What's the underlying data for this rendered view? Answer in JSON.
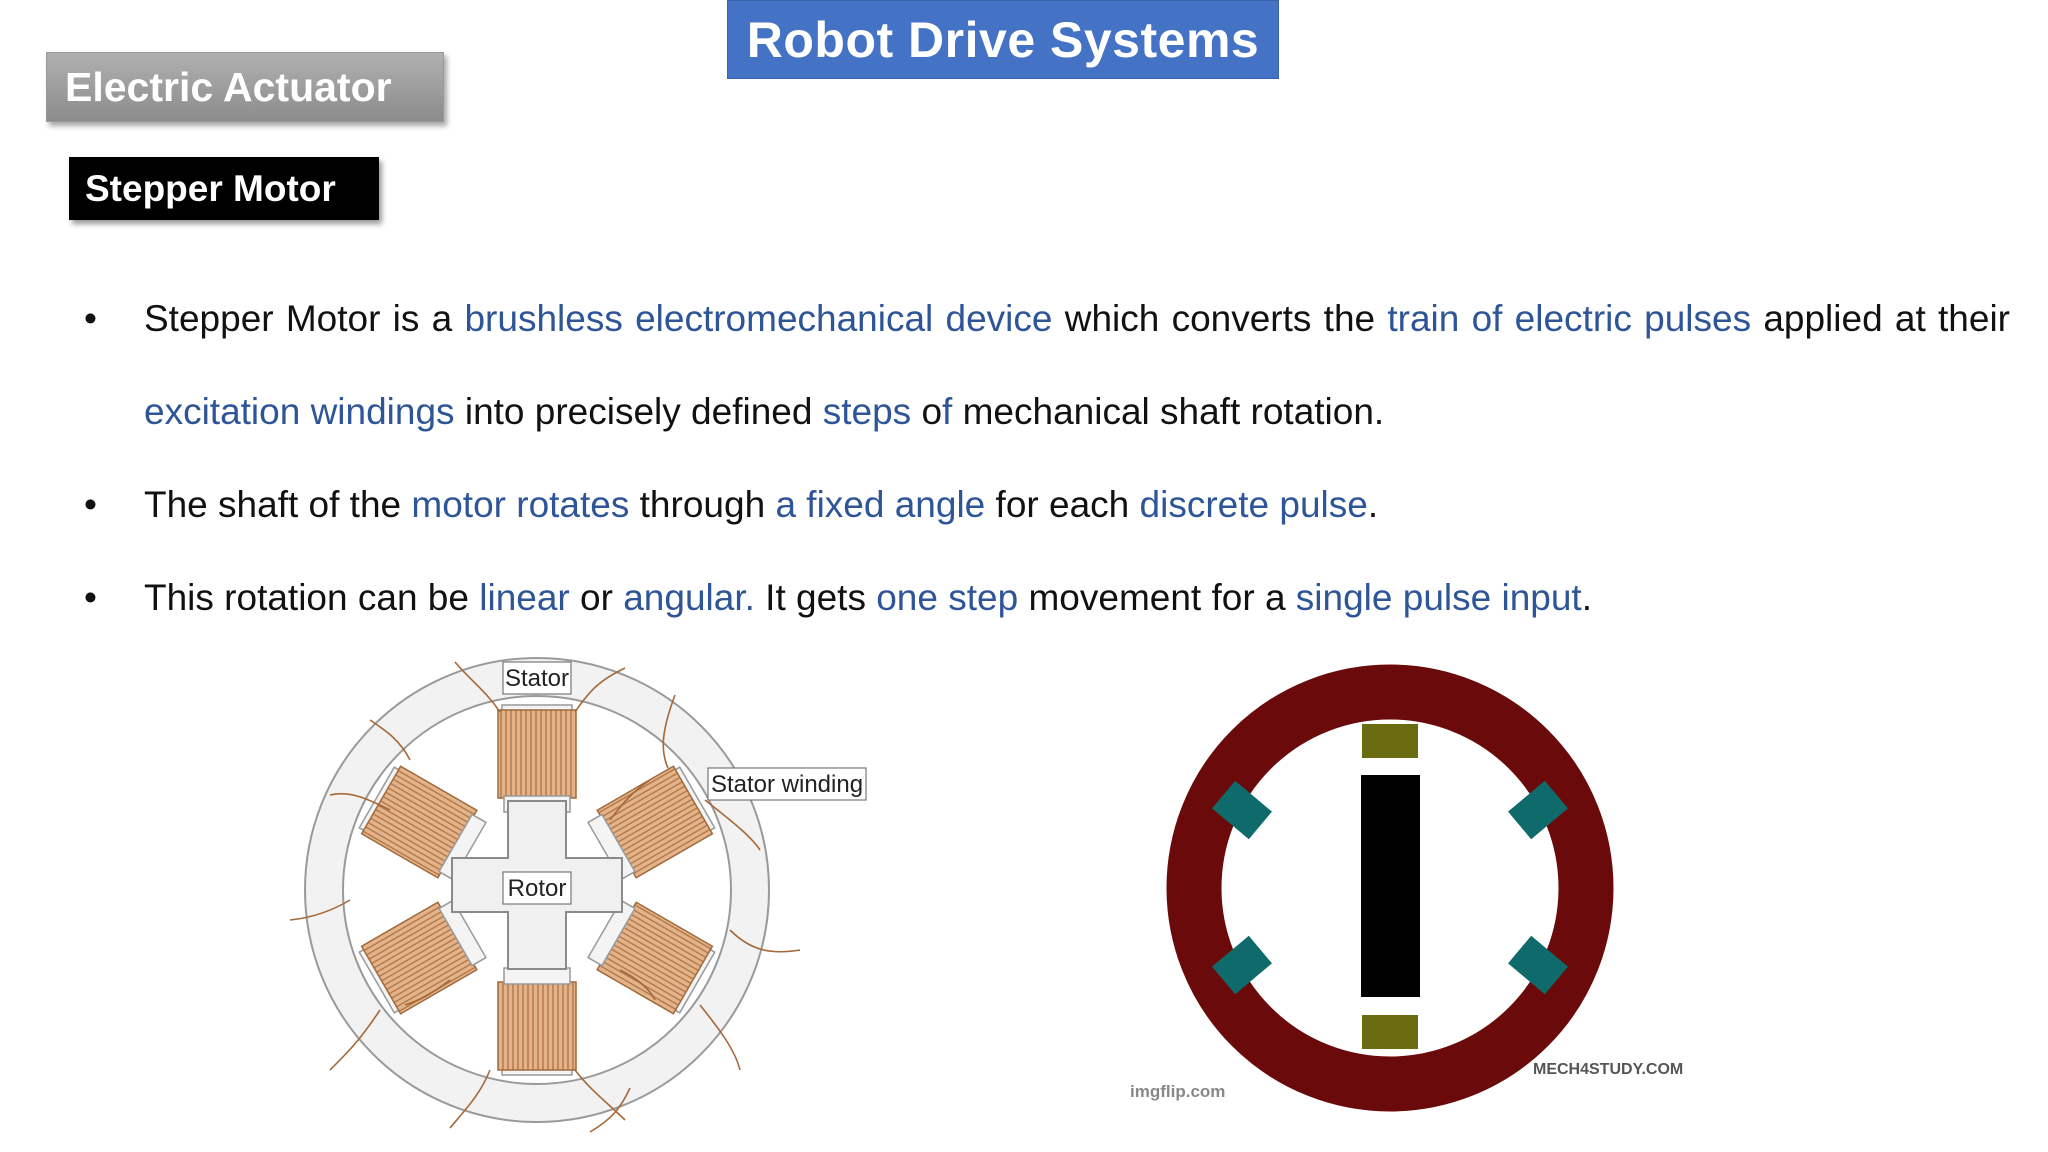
{
  "title": "Robot Drive Systems",
  "section": "Electric Actuator",
  "subsection": "Stepper Motor",
  "bullets": [
    {
      "p1": "Stepper Motor is a ",
      "h1": "brushless electromechanical device",
      "p2": " which converts the ",
      "h2": "train of electric pulses",
      "p3": " applied at their ",
      "h3": "excitation windings",
      "p4": " into precisely defined ",
      "h4": "steps",
      "p5": " o",
      "h5": "f",
      "p6": " mechanical shaft rotation."
    },
    {
      "p1": "The shaft of the ",
      "h1": "motor rotates",
      "p2": " through ",
      "h2": "a fixed angle",
      "p3": " for each ",
      "h3": "discrete pulse",
      "p4": "."
    },
    {
      "p1": "This rotation can be ",
      "h1": "linear",
      "p2": " or ",
      "h2": "angular.",
      "p3": " It gets ",
      "h3": "one step",
      "p4": " movement for a ",
      "h4": "single pulse input",
      "p5": "."
    }
  ],
  "bullet_symbol": "•",
  "diagram_left": {
    "label_stator": "Stator",
    "label_stator_winding": "Stator winding",
    "label_rotor": "Rotor"
  },
  "diagram_right": {
    "watermark_left": "imgflip.com",
    "watermark_right": "MECH4STUDY.COM"
  },
  "colors": {
    "title_bg": "#4472c4",
    "highlight": "#2e5597",
    "ring": "#6b0a0a",
    "pole_teal": "#0f6b6b",
    "pole_olive": "#6b6b12",
    "coil": "#c98a55"
  }
}
